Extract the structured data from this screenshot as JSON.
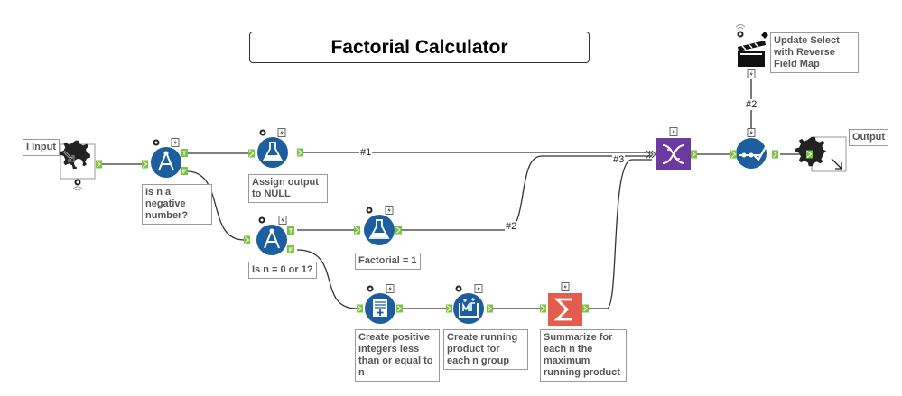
{
  "title": "Factorial Calculator",
  "tools": {
    "input": {
      "label": "I Input",
      "icon": "macro-input-icon"
    },
    "filter_negative": {
      "label": "Is n a negative number?",
      "icon": "filter-icon",
      "true_anchor": "T",
      "false_anchor": "F"
    },
    "formula_null": {
      "label": "Assign output to NULL",
      "icon": "formula-icon"
    },
    "filter_zero_one": {
      "label": "Is n = 0 or 1?",
      "icon": "filter-icon",
      "true_anchor": "T",
      "false_anchor": "F"
    },
    "formula_one": {
      "label": "Factorial = 1",
      "icon": "formula-icon"
    },
    "generate_rows": {
      "label": "Create positive integers less than or equal to n",
      "icon": "generate-rows-icon"
    },
    "multi_row": {
      "label": "Create running product for each n group",
      "icon": "multi-row-formula-icon"
    },
    "summarize": {
      "label": "Summarize for each n the maximum running product",
      "icon": "summarize-icon"
    },
    "union": {
      "label": "",
      "icon": "union-icon"
    },
    "dynamic_select": {
      "label": "",
      "icon": "dynamic-select-icon"
    },
    "action": {
      "label": "Update Select with Reverse Field Map",
      "icon": "action-icon"
    },
    "output": {
      "label": "Output",
      "icon": "macro-output-icon"
    }
  },
  "connection_labels": {
    "c1": "#1",
    "c2": "#2",
    "c3": "#3",
    "c4": "#2"
  },
  "colors": {
    "tool_blue": "#1d5f9e",
    "union_purple": "#6a3aa0",
    "summarize_red": "#e35d4f",
    "anchor_green": "#7dc242",
    "wire": "#333333"
  }
}
